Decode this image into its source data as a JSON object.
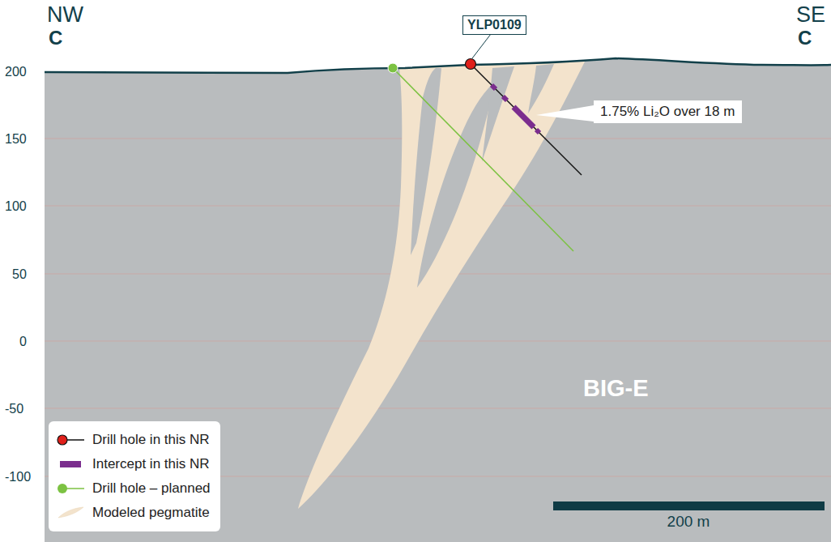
{
  "diagram": {
    "nodes": [
      {
        "text": [
          "YLP0109"
        ]
      },
      {
        "text": [
          "1.75% Li₂O over 18 m"
        ]
      }
    ],
    "labels": [
      "NW",
      "C",
      "SE",
      "C",
      "200",
      "150",
      "100",
      "50",
      "0",
      "-50",
      "-100",
      "BIG-E",
      "200 m"
    ],
    "legend": [
      {
        "text": "Drill hole in this NR"
      },
      {
        "text": "Intercept in this NR",
        "color": "#7b2d8e"
      },
      {
        "text": "Drill hole – planned"
      },
      {
        "text": "Modeled pegmatite",
        "color": "#f3e3cc"
      }
    ]
  }
}
